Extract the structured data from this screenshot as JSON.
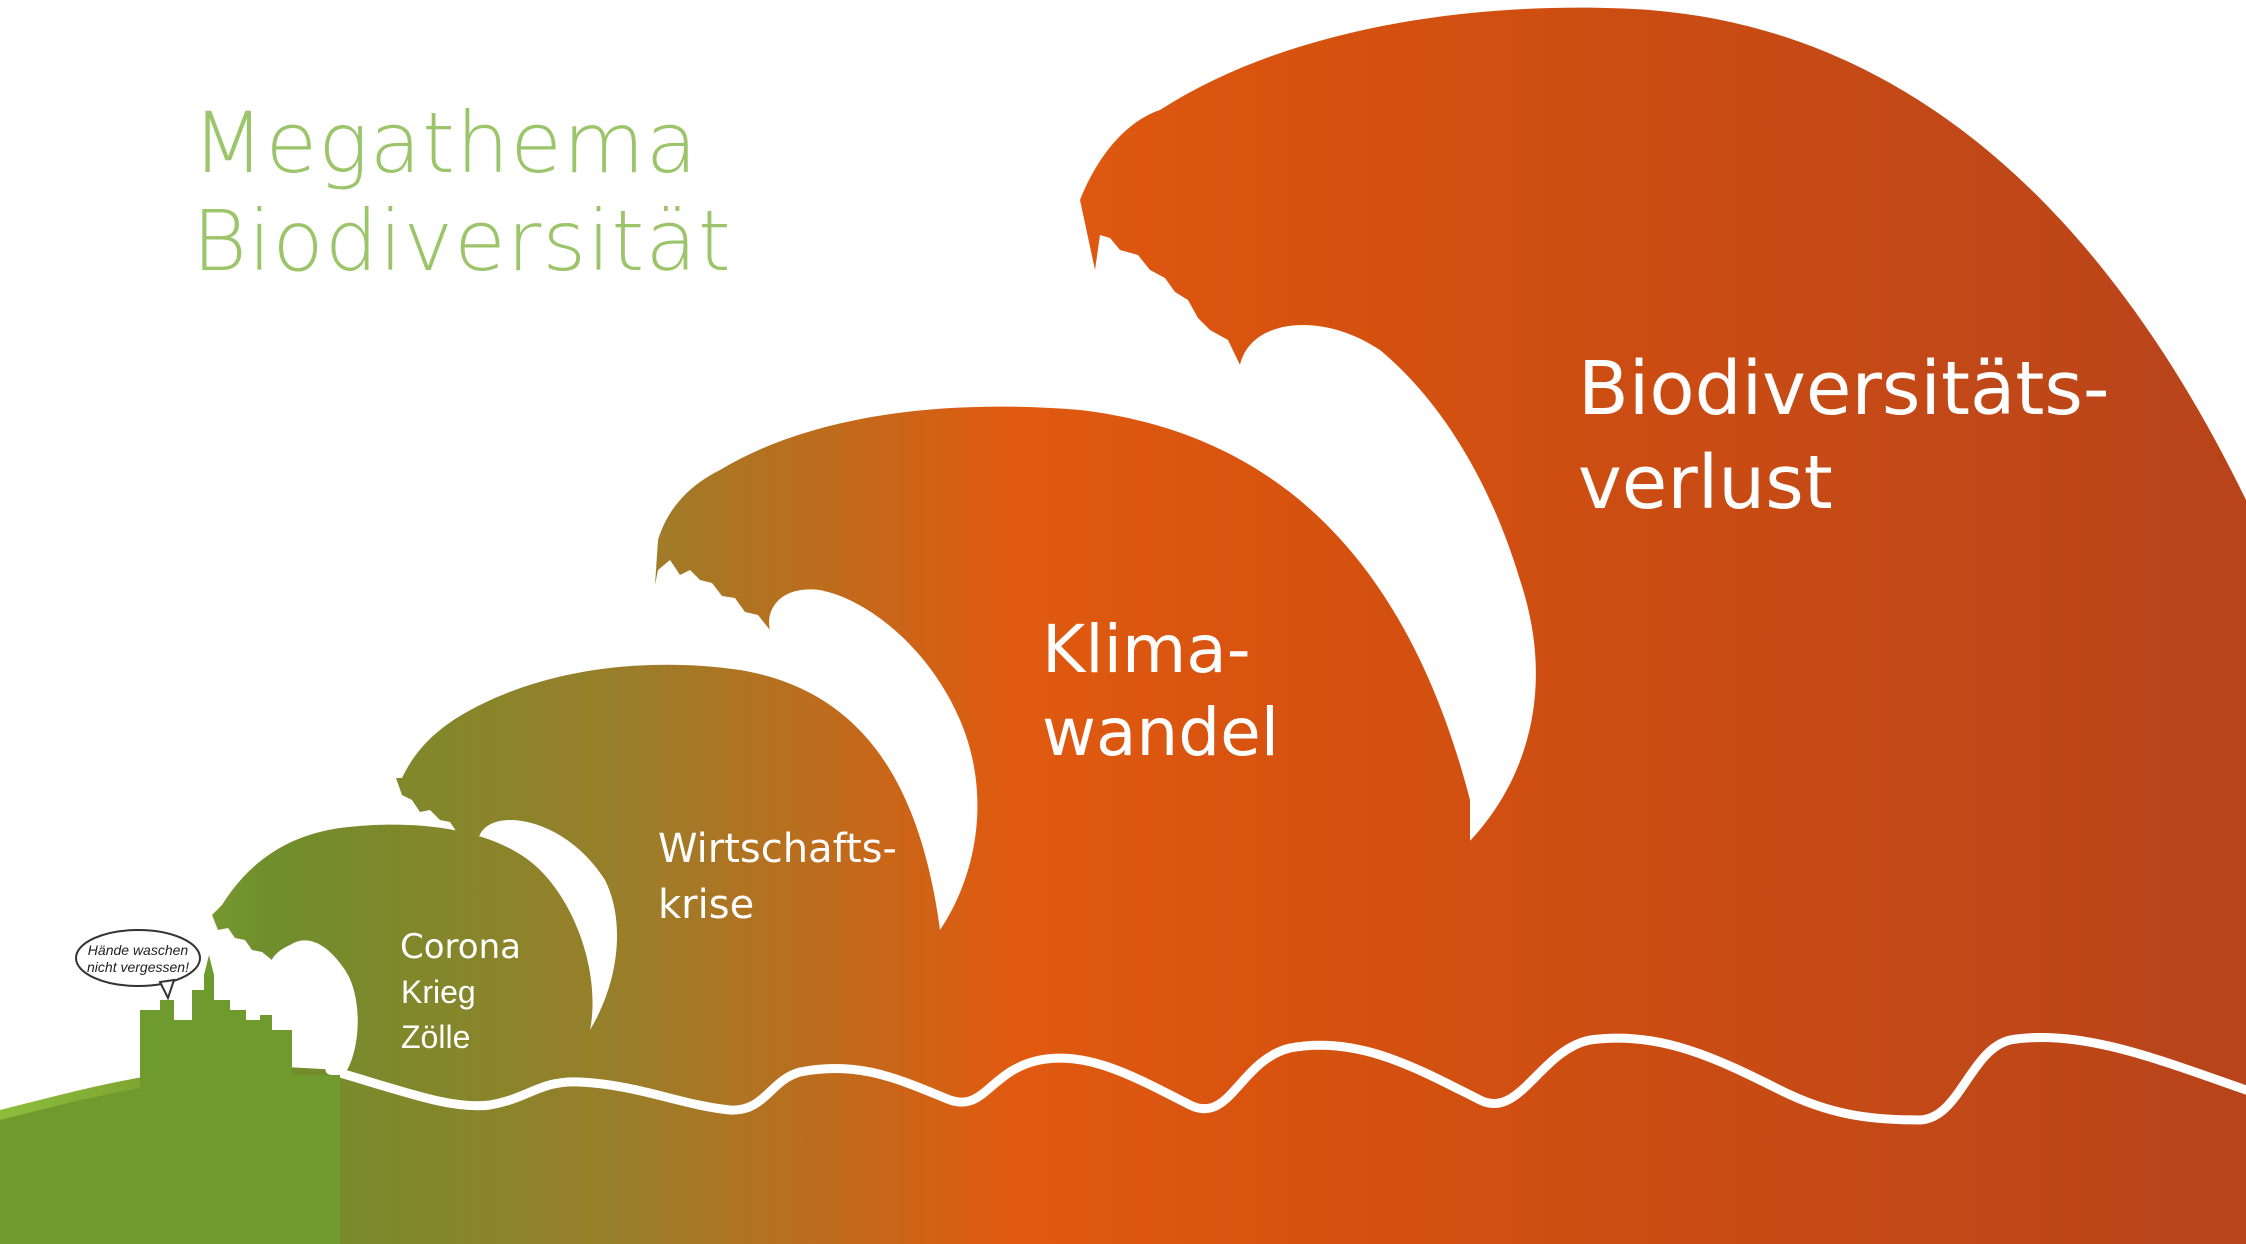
{
  "title": {
    "line1": "Megathema",
    "line2": "Biodiversität"
  },
  "waves": [
    {
      "id": "corona",
      "lines": [
        "Corona"
      ],
      "extra_lines": [
        "Krieg",
        "Zölle"
      ]
    },
    {
      "id": "wirtschaftskrise",
      "lines": [
        "Wirtschafts-",
        "krise"
      ]
    },
    {
      "id": "klimawandel",
      "lines": [
        "Klima-",
        "wandel"
      ]
    },
    {
      "id": "biodiversitaetsverlust",
      "lines": [
        "Biodiversitäts-",
        "verlust"
      ]
    }
  ],
  "speech_bubble": {
    "line1": "Hände waschen",
    "line2": "nicht vergessen!"
  },
  "colors": {
    "title": "#9CC56B",
    "green": "#8DBE3A",
    "olive": "#7F8B2B",
    "orange": "#E55A10",
    "rust": "#B8441B",
    "white": "#FFFFFF"
  }
}
